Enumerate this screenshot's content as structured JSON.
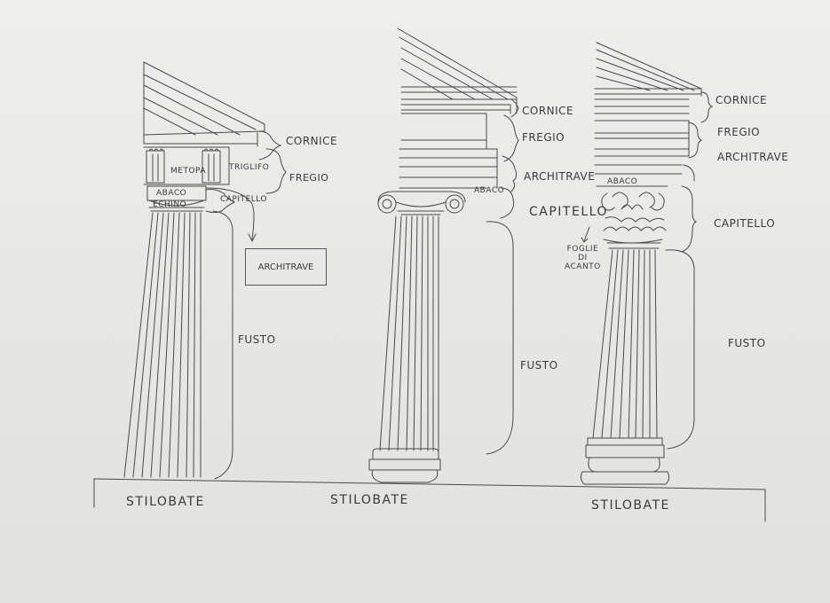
{
  "doric": {
    "cornice": "CORNICE",
    "fregio": "FREGIO",
    "metopa": "METOPA",
    "triglifo": "TRIGLIFO",
    "abaco": "ABACO",
    "echino": "ECHINO",
    "capitello": "CAPITELLO",
    "architrave": "ARCHITRAVE",
    "fusto": "FUSTO",
    "stilobate": "STILOBATE"
  },
  "ionic": {
    "cornice": "CORNICE",
    "fregio": "FREGIO",
    "architrave": "ARCHITRAVE",
    "abaco": "ABACO",
    "capitello": "CAPITELLO",
    "fusto": "FUSTO",
    "stilobate": "STILOBATE"
  },
  "corinthian": {
    "cornice": "CORNICE",
    "fregio": "FREGIO",
    "architrave": "ARCHITRAVE",
    "abaco": "ABACO",
    "foglie_line1": "FOGLIE",
    "foglie_line2": "DI",
    "foglie_line3": "ACANTO",
    "capitello": "CAPITELLO",
    "fusto": "FUSTO",
    "stilobate": "STILOBATE"
  },
  "style": {
    "ink": "#3a3a3a",
    "paper": "#e9e9e7"
  }
}
